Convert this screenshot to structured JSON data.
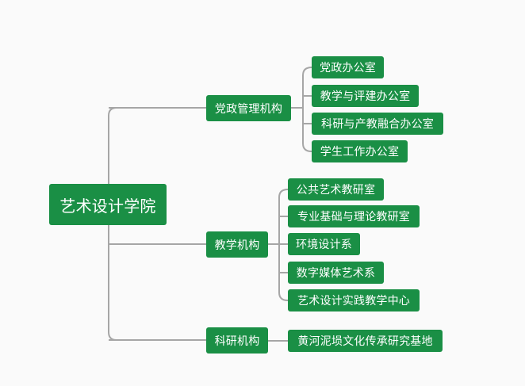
{
  "root": {
    "label": "艺术设计学院"
  },
  "branches": [
    {
      "label": "党政管理机构",
      "children": [
        "党政办公室",
        "教学与评建办公室",
        "科研与产教融合办公室",
        "学生工作办公室"
      ]
    },
    {
      "label": "教学机构",
      "children": [
        "公共艺术教研室",
        "专业基础与理论教研室",
        "环境设计系",
        "数字媒体艺术系",
        "艺术设计实践教学中心"
      ]
    },
    {
      "label": "科研机构",
      "children": [
        "黄河泥埙文化传承研究基地"
      ]
    }
  ],
  "colors": {
    "node_fill": "#1a8f45",
    "node_text": "#ffffff",
    "connector": "#a6a6a6",
    "background": "#fafafa"
  }
}
